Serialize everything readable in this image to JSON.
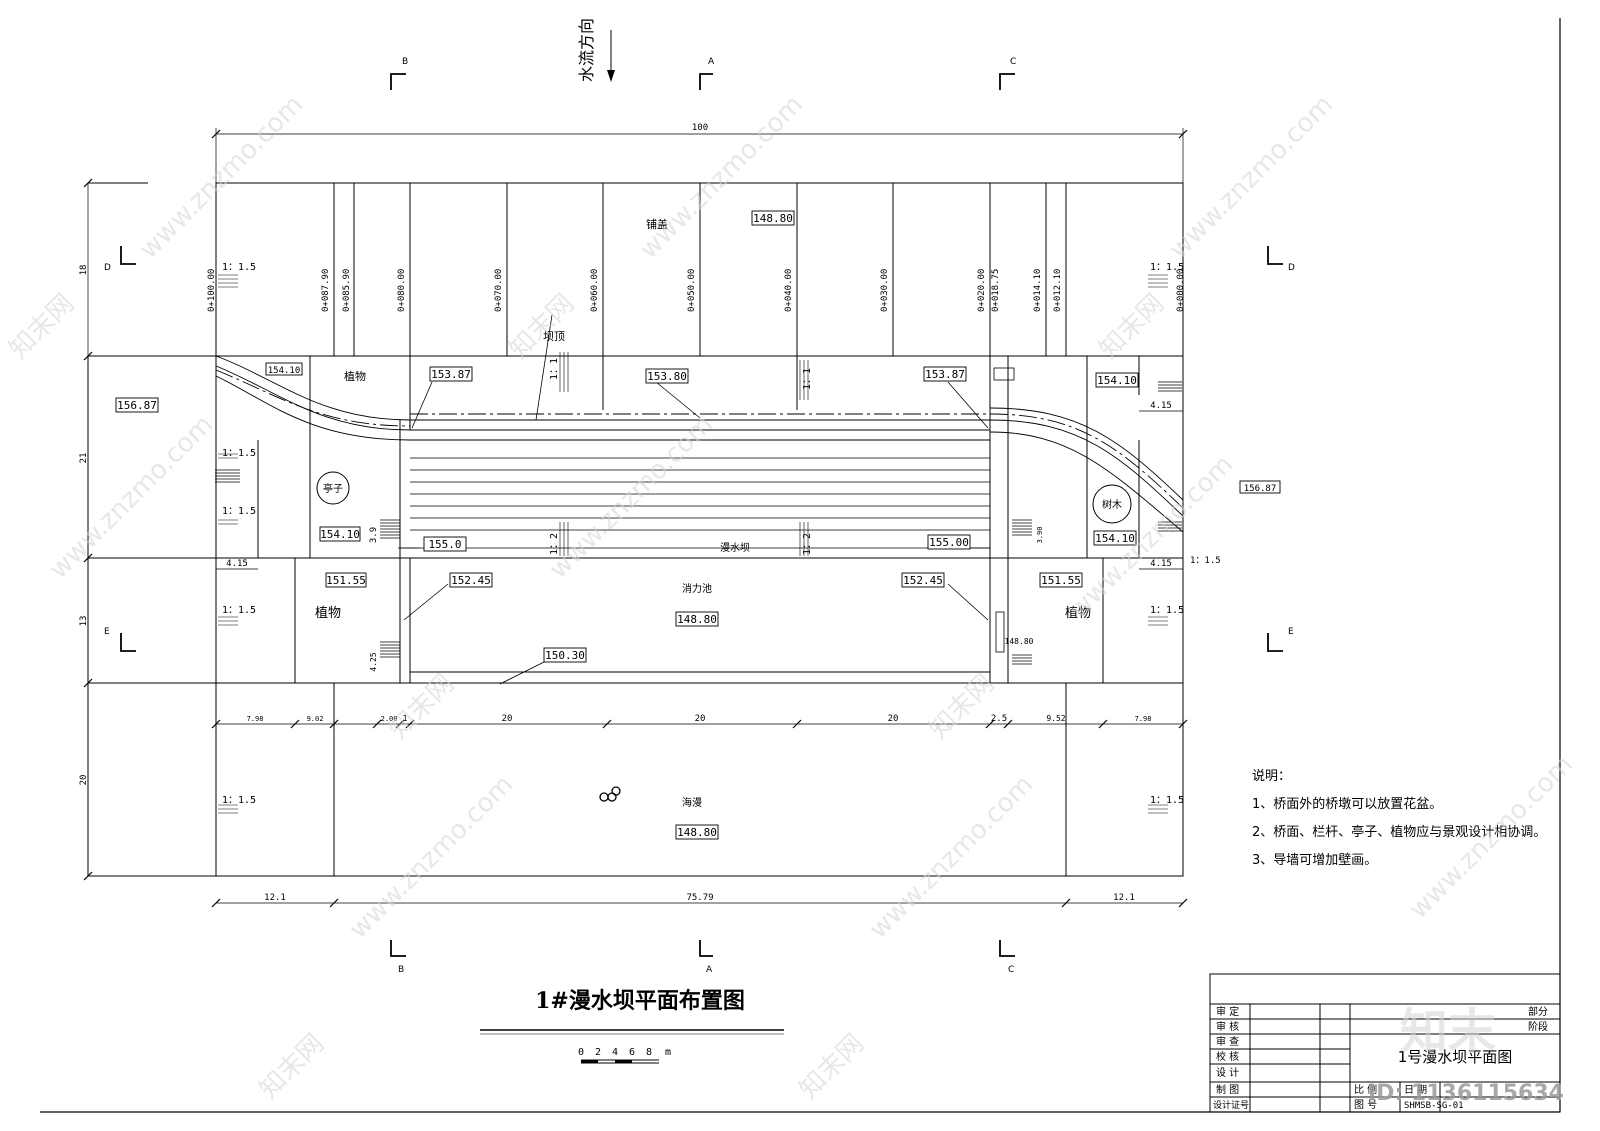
{
  "drawing": {
    "title": "1#漫水坝平面布置图",
    "flow_direction": "水流方向",
    "scale_bar": {
      "ticks": [
        "0",
        "2",
        "4",
        "6",
        "8"
      ],
      "unit": "m"
    }
  },
  "section_marks": {
    "B": "B",
    "A": "A",
    "C": "C",
    "D": "D",
    "E": "E"
  },
  "stations": [
    "0+100.00",
    "0+087.90",
    "0+085.90",
    "0+080.00",
    "0+070.00",
    "0+060.00",
    "0+050.00",
    "0+040.00",
    "0+030.00",
    "0+020.00",
    "0+018.75",
    "0+014.10",
    "0+012.10",
    "0+000.00"
  ],
  "dimensions": {
    "overall_width": "100",
    "left_h": [
      "18",
      "21",
      "13",
      "20"
    ],
    "mid_row": [
      "7.98",
      "9.02",
      "2.00",
      "1",
      "20",
      "20",
      "20",
      "2.5",
      "9.52",
      "7.98"
    ],
    "bottom_row": [
      "12.1",
      "75.79",
      "12.1"
    ],
    "side_4_15": "4.15",
    "stair_3_9": "3.9",
    "stair_3_90": "3.90",
    "stair_4_25": "4.25"
  },
  "slopes": {
    "s1_5": "1：1.5",
    "s1_1": "1：1",
    "s1_2": "1：2"
  },
  "elevations": {
    "apron_top": "148.80",
    "left_bank": "156.87",
    "right_bank": "156.87",
    "left_top": "154.10",
    "right_top": "154.10",
    "crest_left": "153.87",
    "crest_mid": "153.80",
    "crest_right": "153.87",
    "left_platform": "154.10",
    "right_platform": "154.10",
    "weir_left": "155.0",
    "weir_right": "155.00",
    "pool_left_bank": "151.55",
    "pool_right_bank": "151.55",
    "pool_left_wall": "152.45",
    "pool_right_wall": "152.45",
    "pool_floor": "148.80",
    "pool_sill": "150.30",
    "pool_small": "148.80",
    "haiman": "148.80"
  },
  "labels": {
    "apron": "铺盖",
    "dam_top": "坝顶",
    "plants": "植物",
    "pavilion": "亭子",
    "tree": "树木",
    "overflow_dam": "漫水坝",
    "stilling_pool": "消力池",
    "haiman": "海漫"
  },
  "notes": {
    "heading": "说明：",
    "items": [
      "1、桥面外的桥墩可以放置花盆。",
      "2、桥面、栏杆、亭子、植物应与景观设计相协调。",
      "3、导墙可增加壁画。"
    ]
  },
  "title_block": {
    "rows": [
      "审 定",
      "审 核",
      "审 查",
      "校 核",
      "设 计",
      "制 图",
      "设计证号"
    ],
    "part": "部分",
    "stage": "阶段",
    "drawing_name": "1号漫水坝平面图",
    "scale_label": "比 例",
    "date_label": "日 期",
    "drawing_no_label": "图 号",
    "drawing_no": "SHMSB-SG-01"
  },
  "watermark": {
    "site": "www.znzmo.com",
    "brand": "知末网",
    "logo": "知末",
    "id": "ID: 1136115634"
  }
}
